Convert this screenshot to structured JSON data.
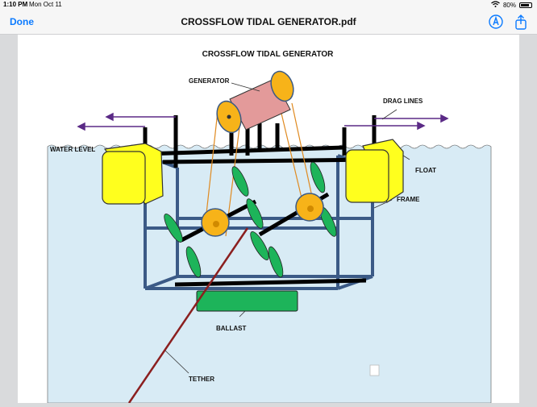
{
  "status": {
    "time": "1:10 PM",
    "date": "Mon Oct 11",
    "battery": "80%"
  },
  "nav": {
    "done": "Done",
    "title": "CROSSFLOW TIDAL GENERATOR.pdf"
  },
  "diagram": {
    "title": "CROSSFLOW TIDAL GENERATOR",
    "labels": {
      "generator": "GENERATOR",
      "drag_lines": "DRAG LINES",
      "water_level": "WATER LEVEL",
      "float": "FLOAT",
      "frame": "FRAME",
      "ballast": "BALLAST",
      "tether": "TETHER"
    },
    "colors": {
      "water": "#d8ebf5",
      "frame": "#3b5a86",
      "float": "#ffff1e",
      "blade": "#1db45a",
      "hub": "#f7b319",
      "generator": "#e39a9a",
      "tether": "#8b1f1f",
      "drag_line": "#5b2a86"
    }
  }
}
